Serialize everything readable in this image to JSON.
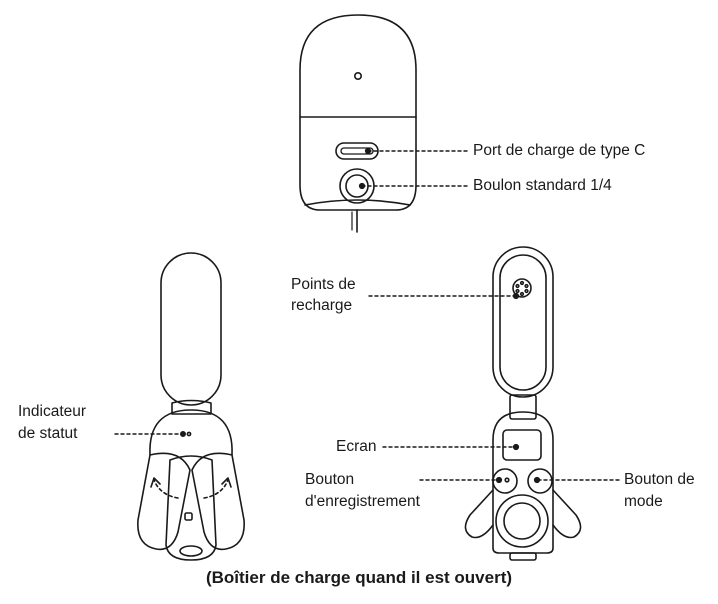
{
  "labels": {
    "usb_port": "Port de charge de type C",
    "bolt": "Boulon standard 1/4",
    "charging_points_line1": "Points de",
    "charging_points_line2": "recharge",
    "status_line1": "Indicateur",
    "status_line2": "de statut",
    "screen": "Ecran",
    "record_line1": "Bouton",
    "record_line2": "d'enregistrement",
    "mode_line1": "Bouton de",
    "mode_line2": "mode"
  },
  "caption": "(Boîtier de charge quand il est ouvert)",
  "colors": {
    "stroke": "#1a1a1a",
    "background": "#ffffff"
  }
}
